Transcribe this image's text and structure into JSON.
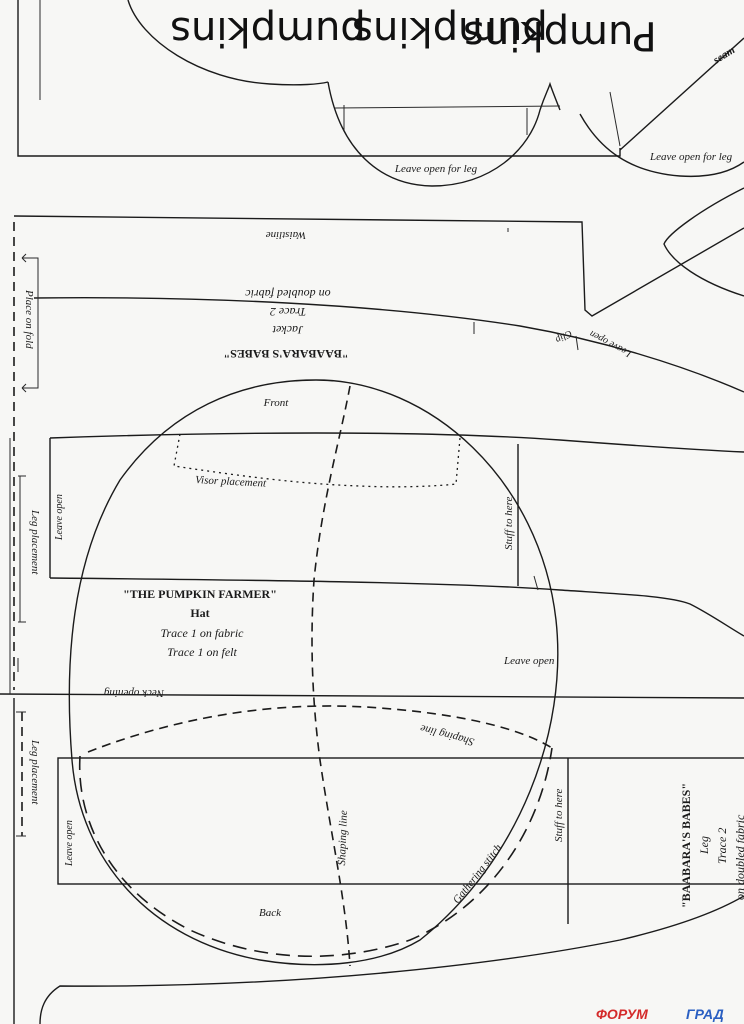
{
  "top_area": {
    "handwriting": [
      "pumpkins",
      "pumpkins",
      "Pumpkins"
    ],
    "leave_open_leg_center": "Leave open for leg",
    "leave_open_leg_right": "Leave open for leg",
    "seam_label": "seam"
  },
  "jacket_piece": {
    "waistline": "Waistline",
    "on_doubled_fabric": "on doubled fabric",
    "trace": "Trace 2",
    "name": "Jacket",
    "brand": "\"BAABARA'S BABES\"",
    "place_on_fold": "Place on fold",
    "clip": "Clip",
    "leave_open": "Leave open"
  },
  "hat_piece": {
    "front": "Front",
    "visor_placement": "Visor placement",
    "title": "\"THE PUMPKIN FARMER\"",
    "name": "Hat",
    "trace_fabric": "Trace 1 on fabric",
    "trace_felt": "Trace 1 on felt",
    "shaping_line_curve": "Shaping line",
    "shaping_line_vertical": "Shaping line",
    "gathering_stitch": "Gathering stitch",
    "back": "Back"
  },
  "leg_piece_upper": {
    "leave_open": "Leave open",
    "leg_placement": "Leg placement",
    "stuff_to_here": "Stuff to here",
    "leave_open_right": "Leave open",
    "neck_opening": "Neck opening"
  },
  "leg_piece_lower": {
    "leg_placement": "Leg placement",
    "leave_open": "Leave open",
    "stuff_to_here": "Stuff to here",
    "brand": "\"BAABARA'S BABES\"",
    "name": "Leg",
    "trace": "Trace 2",
    "on_doubled_fabric": "on doubled fabric"
  },
  "watermark": {
    "part1": "ФОРУМ",
    "part2": "ГРАД"
  },
  "colors": {
    "paper": "#f7f7f5",
    "ink": "#1b1b1b",
    "watermark_red": "#d42a2a",
    "watermark_blue": "#2a5fc2"
  }
}
